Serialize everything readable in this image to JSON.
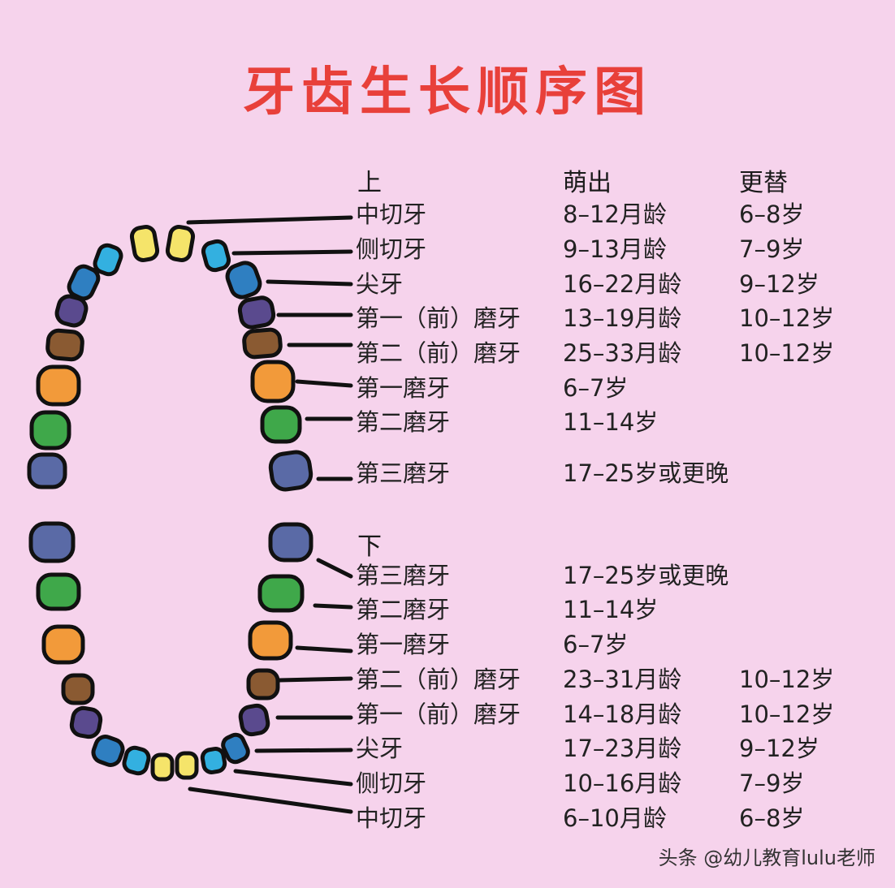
{
  "title": "牙齿生长顺序图",
  "headers": {
    "upper": "上",
    "eruption": "萌出",
    "replacement": "更替",
    "lower": "下"
  },
  "upper_rows": [
    {
      "name": "中切牙",
      "eruption": "8–12月龄",
      "replacement": "6–8岁"
    },
    {
      "name": "侧切牙",
      "eruption": "9–13月龄",
      "replacement": "7–9岁"
    },
    {
      "name": "尖牙",
      "eruption": "16–22月龄",
      "replacement": "9–12岁"
    },
    {
      "name": "第一（前）磨牙",
      "eruption": "13–19月龄",
      "replacement": "10–12岁"
    },
    {
      "name": "第二（前）磨牙",
      "eruption": "25–33月龄",
      "replacement": "10–12岁"
    },
    {
      "name": "第一磨牙",
      "eruption": "6–7岁",
      "replacement": ""
    },
    {
      "name": "第二磨牙",
      "eruption": "11–14岁",
      "replacement": ""
    },
    {
      "name": "第三磨牙",
      "eruption": "17–25岁或更晚",
      "replacement": ""
    }
  ],
  "lower_rows": [
    {
      "name": "第三磨牙",
      "eruption": "17–25岁或更晚",
      "replacement": ""
    },
    {
      "name": "第二磨牙",
      "eruption": "11–14岁",
      "replacement": ""
    },
    {
      "name": "第一磨牙",
      "eruption": "6–7岁",
      "replacement": ""
    },
    {
      "name": "第二（前）磨牙",
      "eruption": "23–31月龄",
      "replacement": "10–12岁"
    },
    {
      "name": "第一（前）磨牙",
      "eruption": "14–18月龄",
      "replacement": "10–12岁"
    },
    {
      "name": "尖牙",
      "eruption": "17–23月龄",
      "replacement": "9–12岁"
    },
    {
      "name": "侧切牙",
      "eruption": "10–16月龄",
      "replacement": "7–9岁"
    },
    {
      "name": "中切牙",
      "eruption": "6–10月龄",
      "replacement": "6–8岁"
    }
  ],
  "tooth_colors": {
    "central_incisor": "#f5e46a",
    "lateral_incisor": "#33b0e0",
    "canine": "#2f7fc1",
    "first_premolar": "#5a4a8e",
    "second_premolar": "#8a5a32",
    "first_molar": "#f29a3a",
    "second_molar": "#3fa84a",
    "third_molar": "#5a6aa6"
  },
  "watermark": "头条 @幼儿教育lulu老师"
}
